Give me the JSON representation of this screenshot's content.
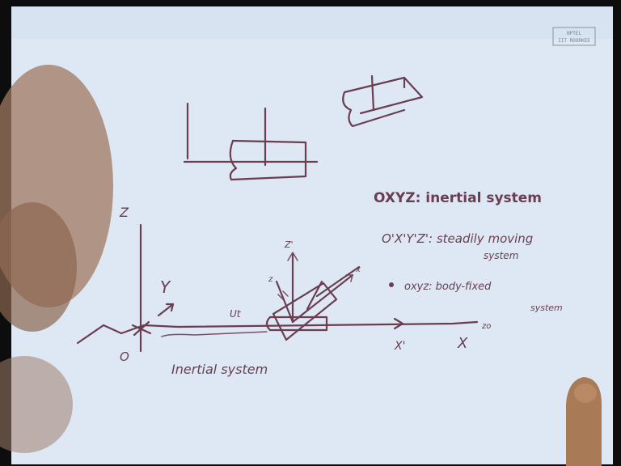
{
  "logo": {
    "line1": "NPTEL",
    "line2": "IIT ROORKEE"
  },
  "notes": {
    "inertial_system_def": "OXYZ: inertial system",
    "steadily_moving_def_line1": "O'X'Y'Z': steadily moving",
    "steadily_moving_def_line2": "system",
    "body_fixed_def_line1": "oxyz: body-fixed",
    "body_fixed_def_line2": "system",
    "diagram_label_inertial": "Inertial system"
  },
  "axes": {
    "Z": "Z",
    "Y": "Y",
    "X": "X",
    "O": "O",
    "Zprime": "Z'",
    "Xprime": "X'",
    "Ut": "Ut",
    "z_body": "z",
    "x_body": "x",
    "zo": "zo"
  },
  "colors": {
    "ink": "#6a3e50",
    "board": "#e0eaf5"
  }
}
